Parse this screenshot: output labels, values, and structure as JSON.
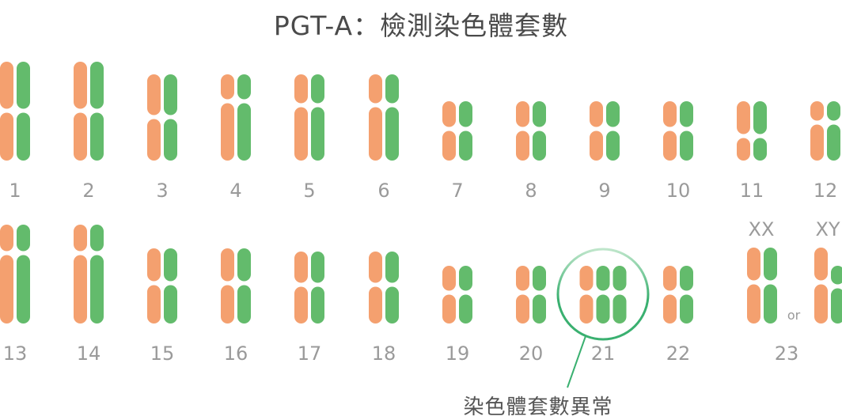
{
  "title": "PGT-A：檢測染色體套數",
  "colors": {
    "maternal": "#f4a06f",
    "paternal": "#63bb6c",
    "highlight_ring": "#3ab070",
    "highlight_ring_fade": "#bfe6cb",
    "label_gray": "#9a9a9a"
  },
  "chromosome_labels": [
    "1",
    "2",
    "3",
    "4",
    "5",
    "6",
    "7",
    "8",
    "9",
    "10",
    "11",
    "12",
    "13",
    "14",
    "15",
    "16",
    "17",
    "18",
    "19",
    "20",
    "21",
    "22",
    "23"
  ],
  "sex_chromosomes": {
    "female": "XX",
    "male": "XY",
    "separator": "or"
  },
  "annotation": {
    "label": "染色體套數異常",
    "chromosome": "21"
  }
}
